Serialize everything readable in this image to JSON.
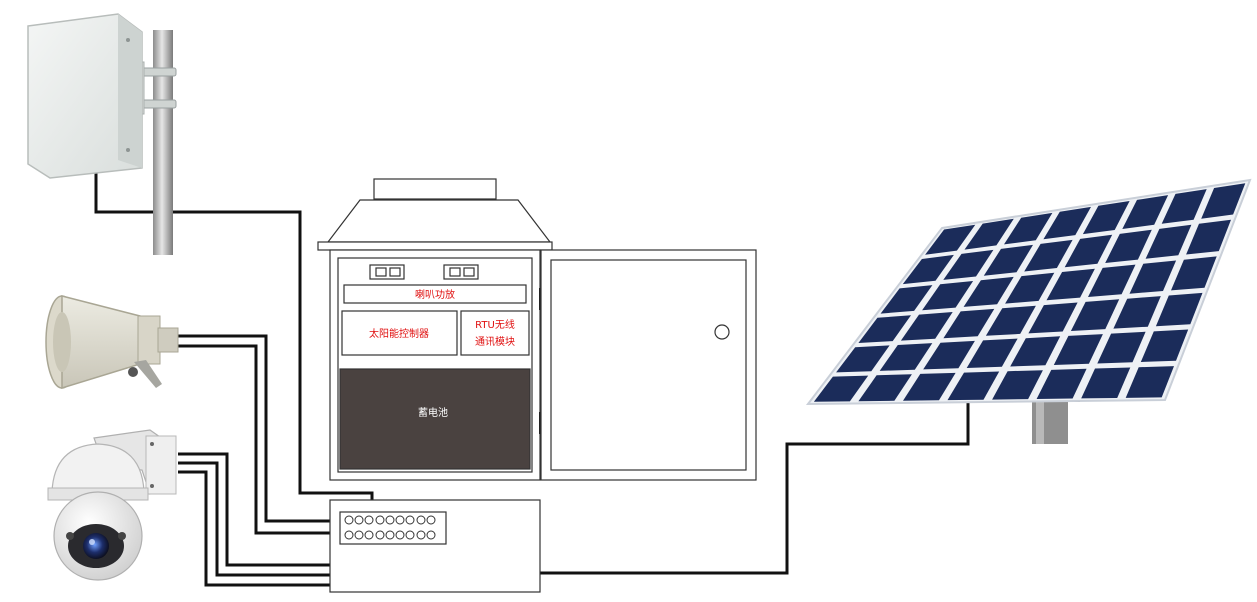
{
  "cabinet": {
    "amplifier_label": "喇叭功放",
    "solar_controller_label": "太阳能控制器",
    "rtu_label_line1": "RTU无线",
    "rtu_label_line2": "通讯模块",
    "battery_label": "蓄电池"
  },
  "colors": {
    "label_red": "#e01010",
    "battery_fill": "#4a4240",
    "wire": "#111111",
    "panel_cell": "#1b2c5a",
    "panel_frame": "#e8ecf2",
    "antenna_body": "#e9ecea",
    "horn_body": "#e2dfd2",
    "camera_body": "#eeeeee"
  },
  "icons": {
    "antenna": "panel-antenna-icon",
    "horn": "horn-speaker-icon",
    "camera": "ptz-dome-camera-icon",
    "solar": "solar-panel-icon"
  }
}
